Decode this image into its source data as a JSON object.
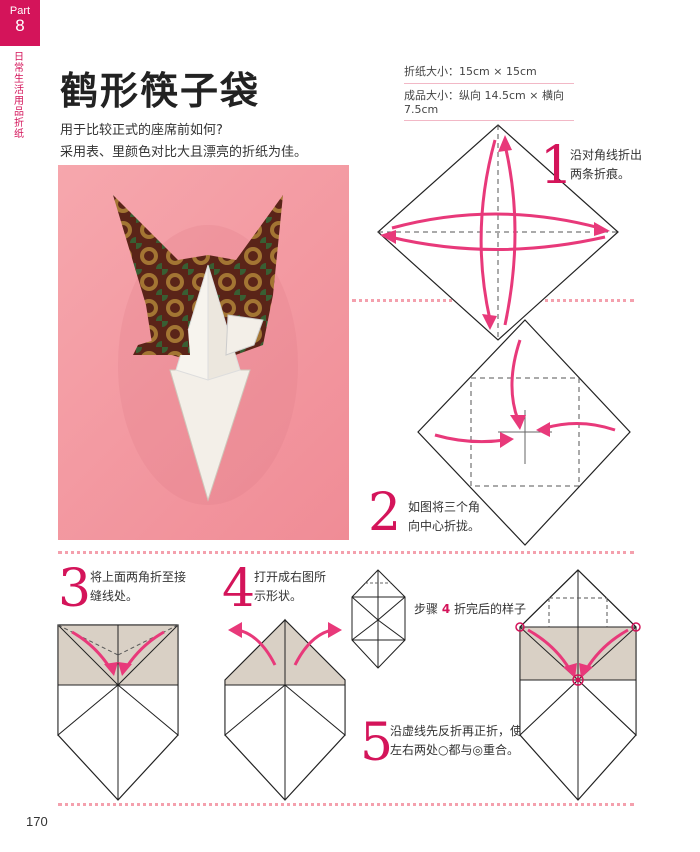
{
  "tab": {
    "part": "Part",
    "number": "8"
  },
  "category": "日常生活用品折纸",
  "title": "鹤形筷子袋",
  "subtitle": [
    "用于比较正式的座席前如何?",
    "采用表、里颜色对比大且漂亮的折纸为佳。"
  ],
  "sizes": {
    "paper": "折纸大小：15cm × 15cm",
    "finished": "成品大小：纵向 14.5cm ×  横向 7.5cm"
  },
  "steps": [
    {
      "num": "1",
      "lines": [
        "沿对角线折出",
        "两条折痕。"
      ]
    },
    {
      "num": "2",
      "lines": [
        "如图将三个角",
        "向中心折拢。"
      ]
    },
    {
      "num": "3",
      "lines": [
        "将上面两角折至接",
        "缝线处。"
      ]
    },
    {
      "num": "4",
      "lines": [
        "打开成右图所",
        "示形状。"
      ]
    },
    {
      "num": "5",
      "lines": [
        "沿虚线先反折再正折，使",
        "左右两处○都与◎重合。"
      ]
    }
  ],
  "after_step4": {
    "prefix": "步骤 ",
    "num": "4",
    "suffix": " 折完后的样子"
  },
  "page_number": "170",
  "colors": {
    "accent": "#d4145a",
    "arrow": "#e8397a",
    "paper_back": "#d9d0c5",
    "photo_bg": "#f39aa3"
  }
}
